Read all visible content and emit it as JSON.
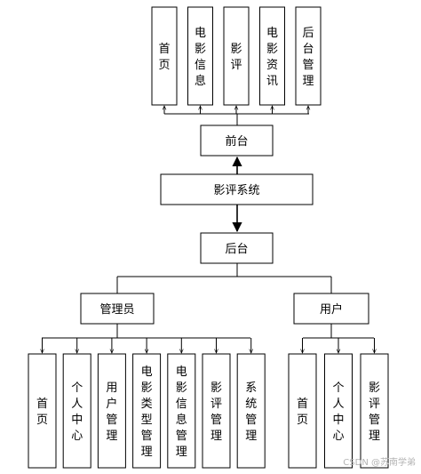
{
  "diagram": {
    "center": "影评系统",
    "frontend": {
      "label": "前台",
      "modules": [
        "首页",
        "电影信息",
        "影评",
        "电影资讯",
        "后台管理"
      ]
    },
    "backend": {
      "label": "后台",
      "admin": {
        "label": "管理员",
        "modules": [
          "首页",
          "个人中心",
          "用户管理",
          "电影类型管理",
          "电影信息管理",
          "影评管理",
          "系统管理"
        ]
      },
      "user": {
        "label": "用户",
        "modules": [
          "首页",
          "个人中心",
          "影评管理"
        ]
      }
    }
  },
  "watermark": "CSDN @苏南学弟"
}
